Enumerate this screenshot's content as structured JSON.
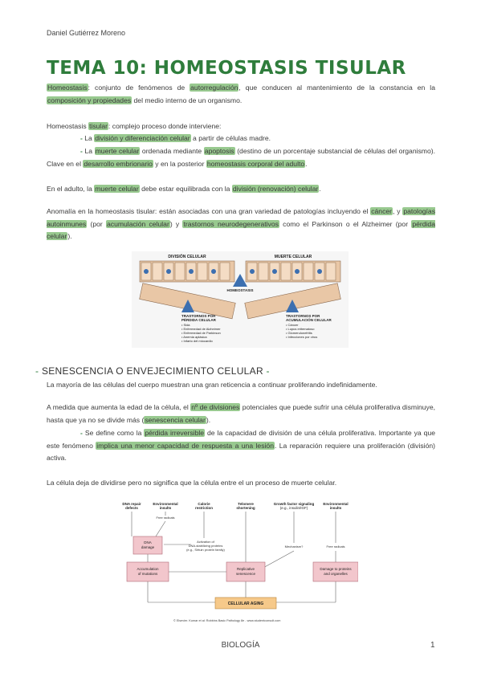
{
  "author": "Daniel Gutiérrez Moreno",
  "title": "TEMA 10: HOMEOSTASIS TISULAR",
  "p1": {
    "a": "Homeostasis",
    "b": ": conjunto de fenómenos de ",
    "c": "autorregulación",
    "d": ", que conducen al mantenimiento de la constancia en la ",
    "e": "composición y propiedades",
    "f": " del medio interno de un organismo."
  },
  "p2": {
    "a": "Homeostasis ",
    "b": "tisular",
    "c": ": complejo proceso donde interviene:"
  },
  "p3": {
    "dash": "- ",
    "a": "La ",
    "b": "división y diferenciación celular",
    "c": " a partir de células madre."
  },
  "p4": {
    "dash": "- ",
    "a": "La ",
    "b": "muerte celular",
    "c": " ordenada mediante ",
    "d": "apoptosis",
    "e": " (destino de un porcentaje substancial de células del organismo). Clave en el ",
    "f": "desarrollo embrionario",
    "g": " y en la posterior ",
    "h": "homeostasis corporal del adulto",
    "i": "."
  },
  "p5": {
    "a": "En el adulto, la ",
    "b": "muerte celular",
    "c": " debe estar equilibrada con la ",
    "d": "división (renovación) celular",
    "e": "."
  },
  "p6": {
    "a": "Anomalía en la homeostasis tisular: están asociadas con una gran variedad de patologías incluyendo el ",
    "b": "cáncer",
    "c": ", y ",
    "d": "patologías autoinmunes",
    "e": " (por ",
    "f": "acumulación celular",
    "g": ") y ",
    "h": "trastornos neurodegenerativos",
    "i": " como el Parkinson o el Alzheimer (por ",
    "j": "pérdida celular",
    "k": ")."
  },
  "fig1": {
    "division": "DIVISIÓN CELULAR",
    "muerte": "MUERTE CELULAR",
    "homeostasis": "HOMEOSTASIS",
    "left_title_1": "TRASTORNOS POR",
    "left_title_2": "PÉRDIDA CELULAR",
    "left_items": [
      "• Sida",
      "• Enfermedad de Alzheimer",
      "• Enfermedad de Parkinson",
      "• Anemia aplásica",
      "• Infarto del miocardio"
    ],
    "right_title_1": "TRASTORNOS POR",
    "right_title_2": "ACUMULACIÓN CELULAR",
    "right_items": [
      "• Cáncer",
      "• Lupus eritematoso",
      "• Glomerulonefritis",
      "• Infecciones por virus"
    ]
  },
  "section": {
    "left": "- ",
    "text": "SENESCENCIA O ENVEJECIMIENTO CELULAR",
    "right": " -"
  },
  "p7": "La mayoría de las células del cuerpo muestran una gran reticencia a continuar proliferando indefinidamente.",
  "p8": {
    "a": "A medida que aumenta la edad de la célula, el ",
    "b": "nº de divisiones",
    "c": " potenciales que puede sufrir una célula proliferativa disminuye, hasta que ya no se divide más (",
    "d": "senescencia celular",
    "e": ")."
  },
  "p9": {
    "dash": "- ",
    "a": "Se define como la ",
    "b": "pérdida irreversible",
    "c": " de la capacidad de división de una célula proliferativa. Importante ya que este fenómeno ",
    "d": "implica una menor capacidad de respuesta a una lesión",
    "e": ". La reparación requiere una proliferación (división) activa."
  },
  "p10": "La célula deja de dividirse pero no significa que la célula entre el un proceso de muerte celular.",
  "fig2": {
    "dna_repair": [
      "DNA repair",
      "defects"
    ],
    "env1": [
      "Environmental",
      "insults"
    ],
    "calorie": [
      "Calorie",
      "restriction"
    ],
    "telomere": [
      "Telomere",
      "shortening"
    ],
    "growth": [
      "Growth factor signaling",
      "(e.g., insulin/IGF)"
    ],
    "env2": [
      "Environmental",
      "insults"
    ],
    "free_radicals_1": "Free radicals",
    "free_radicals_2": "Free radicals",
    "activation": [
      "Activation of",
      "DNA-stabilizing proteins",
      "(e.g., Sirtuin protein family)"
    ],
    "mechanism": "Mechanism?",
    "dna_damage": [
      "DNA",
      "damage"
    ],
    "accumulation": [
      "Accumulation",
      "of mutations"
    ],
    "replicative": [
      "Replicative",
      "senescence"
    ],
    "damage_proteins": [
      "Damage to proteins",
      "and organelles"
    ],
    "cellular_aging": "CELLULAR AGING",
    "credit": "© Elsevier. Kumar et al: Robbins Basic Pathology 8e - www.studentconsult.com"
  },
  "footer": {
    "center": "BIOLOGÍA",
    "page": "1"
  }
}
